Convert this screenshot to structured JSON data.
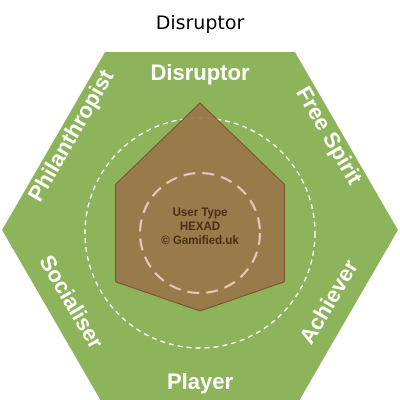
{
  "chart_data": {
    "type": "radar",
    "title": "Disruptor",
    "axes": [
      "Disruptor",
      "Free Spirit",
      "Achiever",
      "Player",
      "Socialiser",
      "Philanthropist"
    ],
    "series": [
      {
        "values": [
          1.0,
          0.75,
          0.75,
          0.6,
          0.75,
          0.75
        ]
      }
    ],
    "center_text": [
      "User Type",
      "HEXAD",
      "© Gamified.uk"
    ],
    "colors": {
      "hexagon": "#8db45b",
      "data_fill": "#9a7348",
      "data_stroke": "#7a4f2a",
      "outer_guide": "#ffffff",
      "inner_guide": "#e8c4bc"
    }
  }
}
